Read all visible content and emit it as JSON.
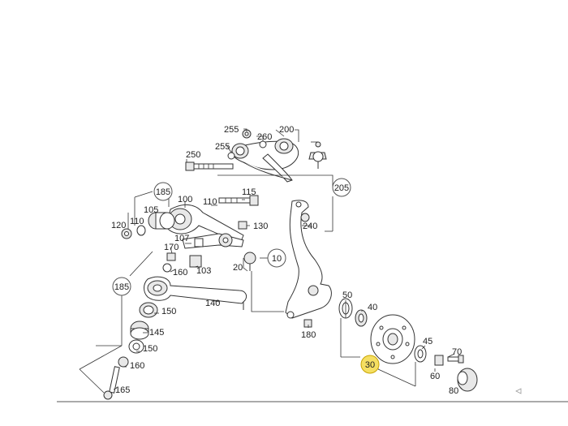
{
  "parts": {
    "p255a": "255",
    "p260": "260",
    "p200": "200",
    "p250": "250",
    "p255b": "255",
    "p185a": "185",
    "p100": "100",
    "p110a": "110",
    "p115": "115",
    "p205": "205",
    "p105": "105",
    "p120": "120",
    "p110b": "110",
    "p130": "130",
    "p240": "240",
    "p107": "107",
    "p170": "170",
    "p20": "20",
    "p10": "10",
    "p160a": "160",
    "p103": "103",
    "p185b": "185",
    "p140": "140",
    "p50": "50",
    "p40": "40",
    "p150a": "150",
    "p180": "180",
    "p145": "145",
    "p45": "45",
    "p150b": "150",
    "p70": "70",
    "p30": "30",
    "p160b": "160",
    "p60": "60",
    "p165": "165",
    "p80": "80"
  },
  "colors": {
    "highlight": "#f5df62",
    "line": "#333333"
  }
}
